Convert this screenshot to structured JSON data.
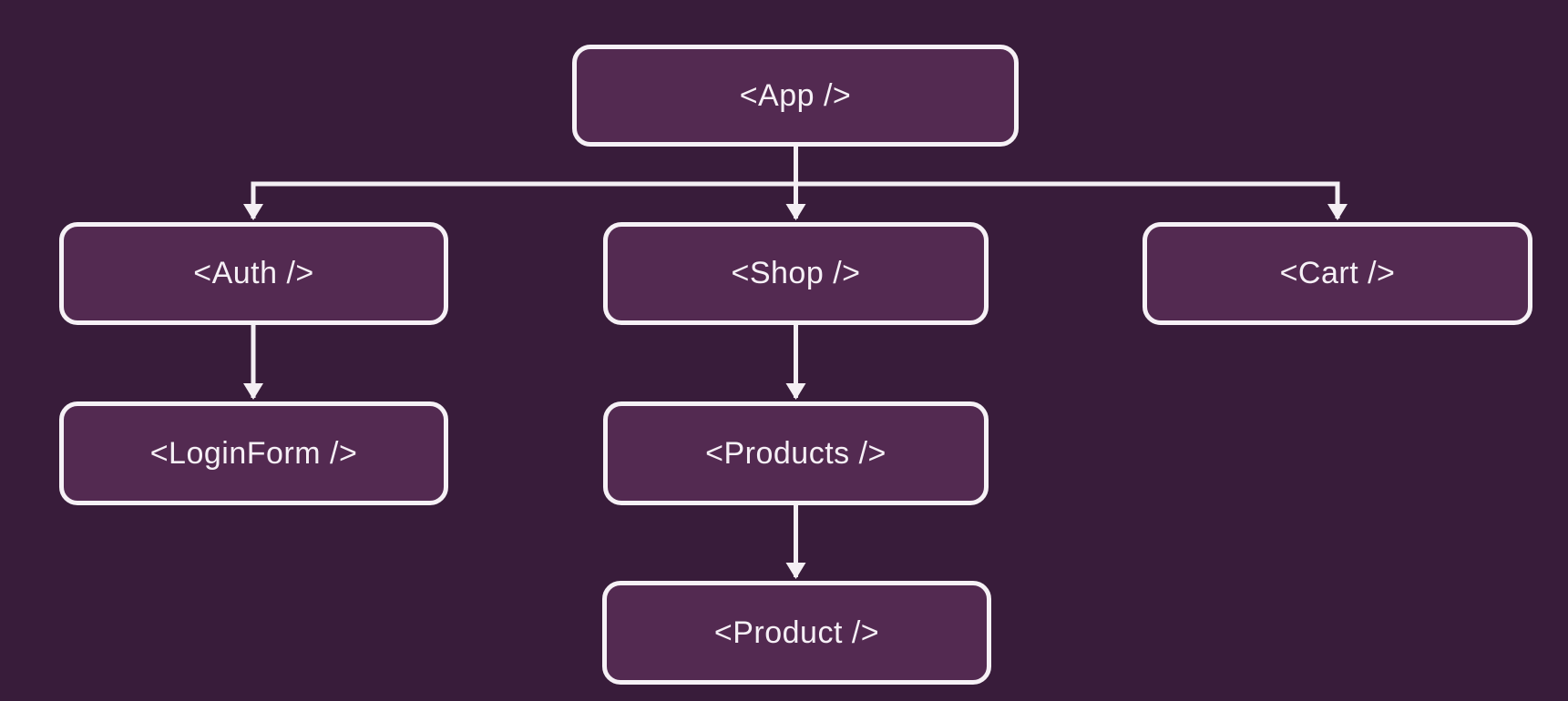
{
  "diagram": {
    "type": "component-tree",
    "nodes": [
      {
        "id": "app",
        "label": "<App />"
      },
      {
        "id": "auth",
        "label": "<Auth />"
      },
      {
        "id": "shop",
        "label": "<Shop />"
      },
      {
        "id": "cart",
        "label": "<Cart />"
      },
      {
        "id": "loginform",
        "label": "<LoginForm />"
      },
      {
        "id": "products",
        "label": "<Products />"
      },
      {
        "id": "product",
        "label": "<Product />"
      }
    ],
    "edges": [
      {
        "from": "app",
        "to": "auth"
      },
      {
        "from": "app",
        "to": "shop"
      },
      {
        "from": "app",
        "to": "cart"
      },
      {
        "from": "auth",
        "to": "loginform"
      },
      {
        "from": "shop",
        "to": "products"
      },
      {
        "from": "products",
        "to": "product"
      }
    ],
    "colors": {
      "background": "#381c3a",
      "node_fill": "#532a51",
      "node_border": "#f6f1f6",
      "text": "#f6f0f6",
      "connector": "#f4eff4"
    }
  }
}
